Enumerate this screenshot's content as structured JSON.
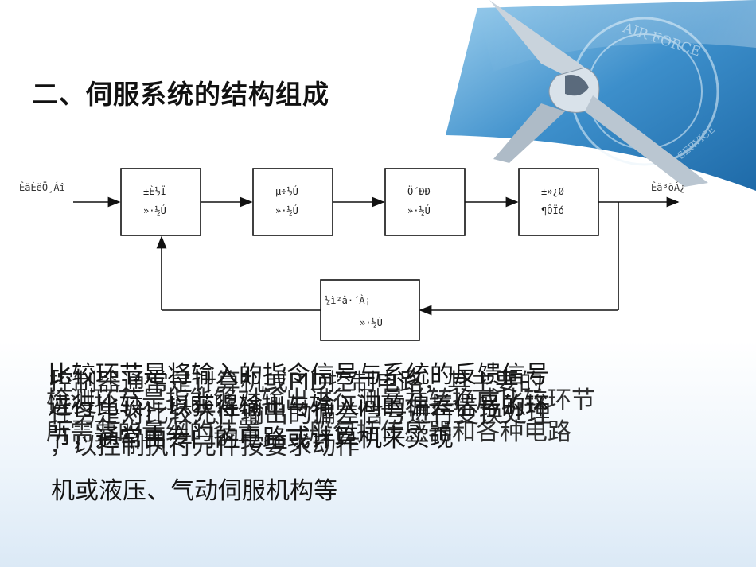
{
  "slide": {
    "title": "二、伺服系统的结构组成"
  },
  "banner": {
    "seal_text_top": "AIR FORCE",
    "seal_text_bottom": "SERVICE",
    "icon": "fighter-jet-icon"
  },
  "diagram": {
    "input_label": "ÊäÈëÖ¸Áî",
    "output_label": "Êä³öÁ¿",
    "blocks": [
      {
        "line1": "±È½Ï",
        "line2": "»·½Ú"
      },
      {
        "line1": "µ÷½Ú",
        "line2": "»·½Ú"
      },
      {
        "line1": "Ö´ÐÐ",
        "line2": "»·½Ú"
      },
      {
        "line1": "±»¿Ø",
        "line2": "¶ÔÏó"
      }
    ],
    "feedback_block": {
      "line1": "¼ì²â·´À¡",
      "line2": "»·½Ú"
    }
  },
  "body_text": {
    "layer_a": "比较环节是将输入的指令信号与系统的反馈信号\n进行比较，以获得输出与输入间的偏差信号的环\n节，通常由专门的电路或计算机来实现",
    "layer_b": "控制器通常是计算机或PID控制电路，其主要的\n任务是对比较元件输出的偏差信号进行变换处理\n，以控制执行元件按要求动作",
    "layer_c": "检测环节是指能够对输出进行测量并转换成比较环节\n所需要的量纲的装置，一般包括传感器和各种电路",
    "tail": "机或液压、气动伺服机构等"
  },
  "colors": {
    "banner_dark": "#2f7fbf",
    "banner_light": "#bcdff2",
    "line": "#111111"
  }
}
